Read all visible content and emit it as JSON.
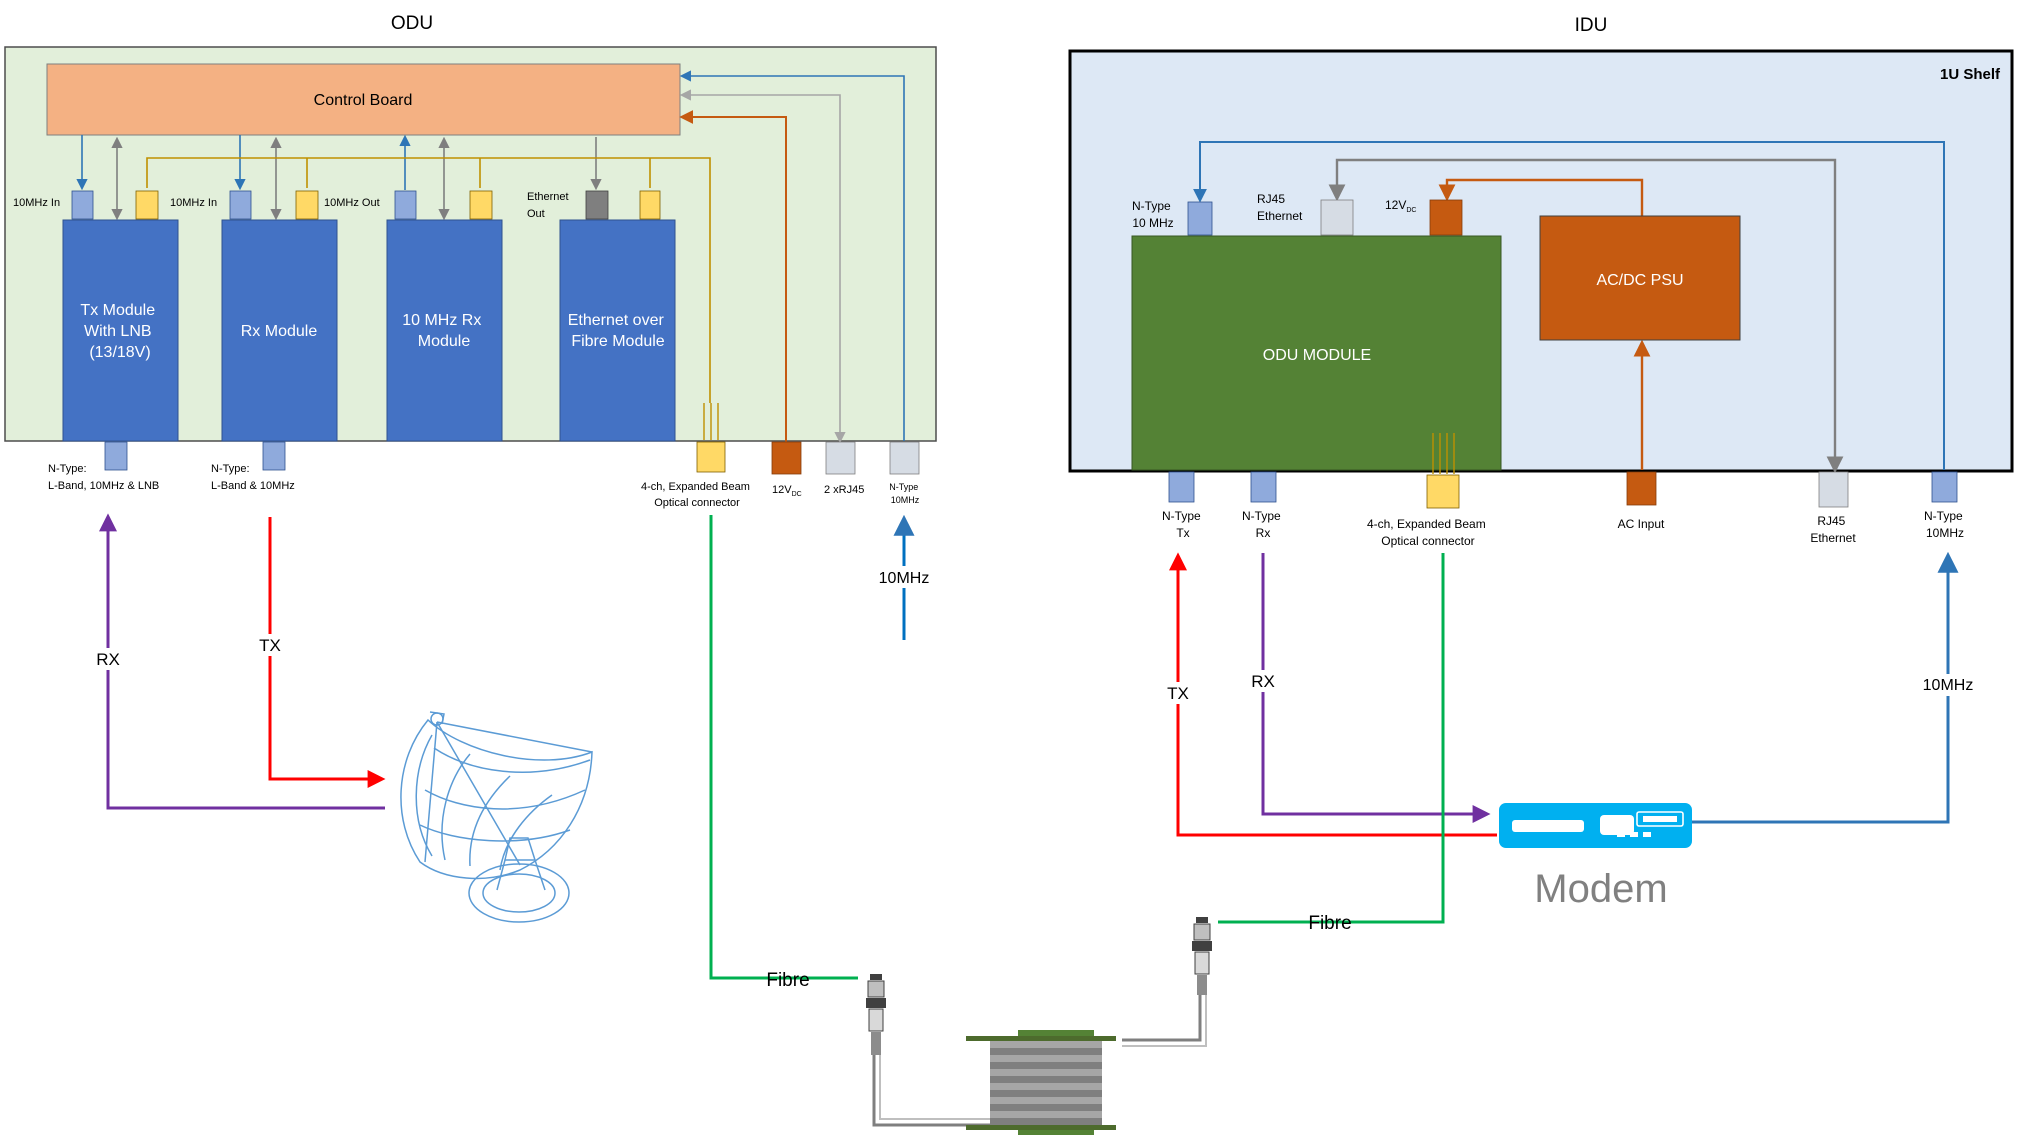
{
  "odu": {
    "title": "ODU",
    "control_board": "Control Board",
    "modules": {
      "tx": [
        "Tx Module",
        "With LNB",
        "(13/18V)"
      ],
      "rx": "Rx Module",
      "tenmhz": [
        "10 MHz Rx",
        "Module"
      ],
      "eth": [
        "Ethernet over",
        "Fibre Module"
      ]
    },
    "top_labels": {
      "tx_10mhz_in": "10MHz In",
      "rx_10mhz_in": "10MHz In",
      "ten_10mhz_out": "10MHz Out",
      "eth_out": [
        "Ethernet",
        "Out"
      ]
    },
    "bottom_labels": {
      "ntype_tx": [
        "N-Type:",
        "L-Band, 10MHz & LNB"
      ],
      "ntype_rx": [
        "N-Type:",
        "L-Band & 10MHz"
      ],
      "optical": [
        "4-ch, Expanded Beam",
        "Optical connector"
      ],
      "v12": "12V",
      "v12_sub": "DC",
      "rj45": "2 xRJ45",
      "ntype10": [
        "N-Type",
        "10MHz"
      ]
    }
  },
  "idu": {
    "title": "IDU",
    "shelf": "1U Shelf",
    "odu_module": "ODU MODULE",
    "psu": "AC/DC PSU",
    "top_labels": {
      "ntype10": [
        "N-Type",
        "10 MHz"
      ],
      "rj45": [
        "RJ45",
        "Ethernet"
      ],
      "v12": "12V",
      "v12_sub": "DC"
    },
    "bottom_labels": {
      "ntype_tx": [
        "N-Type",
        "Tx"
      ],
      "ntype_rx": [
        "N-Type",
        "Rx"
      ],
      "optical": [
        "4-ch, Expanded Beam",
        "Optical connector"
      ],
      "ac_input": "AC Input",
      "rj45": [
        "RJ45",
        "Ethernet"
      ],
      "ntype10": [
        "N-Type",
        "10MHz"
      ]
    }
  },
  "signals": {
    "rx_left": "RX",
    "tx_left": "TX",
    "tenmhz_left": "10MHz",
    "tx_right": "TX",
    "rx_right": "RX",
    "tenmhz_right": "10MHz",
    "fibre_left": "Fibre",
    "fibre_right": "Fibre"
  },
  "modem_label": "Modem",
  "colors": {
    "odu_bg": "#e2efda",
    "idu_bg": "#dde8f5",
    "control_board": "#f4b183",
    "module_blue": "#4472c4",
    "port_blue": "#8faadc",
    "port_yellow": "#ffd966",
    "port_orange": "#c55a11",
    "port_grey_light": "#d6dce4",
    "port_dark": "#7f7f7f",
    "odu_module_green": "#548235",
    "psu_orange": "#c55a11",
    "line_blue": "#2e75b6",
    "line_grey": "#7f7f7f",
    "line_gold": "#bf9000",
    "line_orange": "#c55a11",
    "line_red": "#ff0000",
    "line_purple": "#7030a0",
    "line_green": "#00b050",
    "modem": "#00b0f0"
  }
}
